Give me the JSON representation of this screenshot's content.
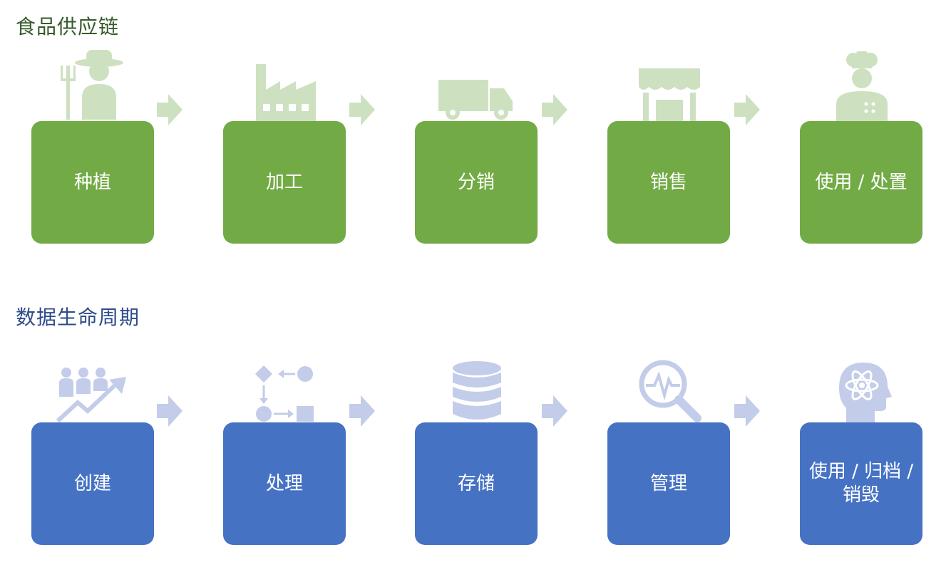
{
  "food_supply_chain": {
    "title": "食品供应链",
    "color_box": "#72ab46",
    "color_icon": "#cde1c1",
    "stages": [
      {
        "label": "种植",
        "icon": "farmer-icon"
      },
      {
        "label": "加工",
        "icon": "factory-icon"
      },
      {
        "label": "分销",
        "icon": "truck-icon"
      },
      {
        "label": "销售",
        "icon": "store-icon"
      },
      {
        "label": "使用 / 处置",
        "icon": "chef-icon"
      }
    ]
  },
  "data_lifecycle": {
    "title": "数据生命周期",
    "color_box": "#4672c4",
    "color_icon": "#c3cce9",
    "stages": [
      {
        "label": "创建",
        "icon": "growth-people-icon"
      },
      {
        "label": "处理",
        "icon": "process-flow-icon"
      },
      {
        "label": "存储",
        "icon": "database-icon"
      },
      {
        "label": "管理",
        "icon": "magnifier-pulse-icon"
      },
      {
        "label": "使用 / 归档 /\n销毁",
        "icon": "brain-atom-icon"
      }
    ]
  }
}
